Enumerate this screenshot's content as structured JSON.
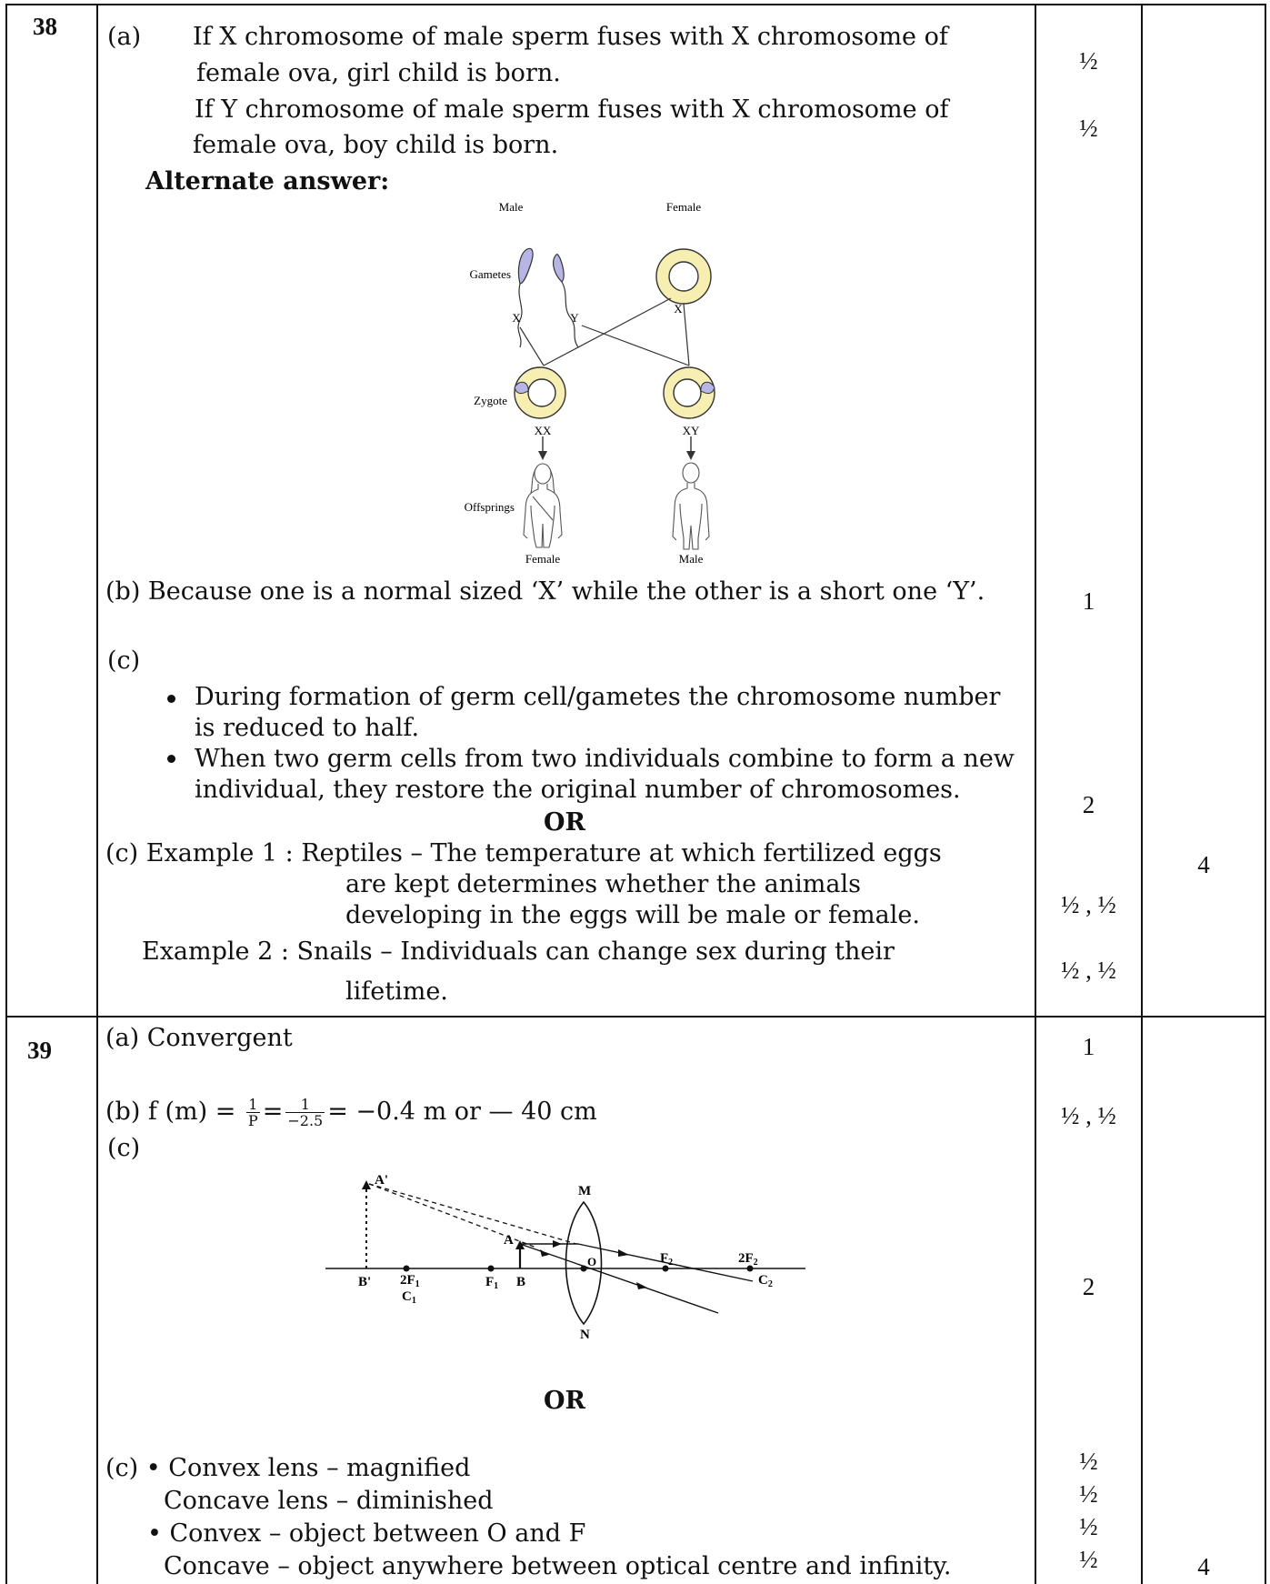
{
  "q38": {
    "number": "38",
    "a_label": "(a)",
    "a_line1": "If X chromosome of male sperm fuses with X chromosome of",
    "a_line2": "female ova, girl child is born.",
    "a_line3": "If Y chromosome of male sperm fuses with X chromosome of",
    "a_line4": "female ova, boy child is born.",
    "alternate_heading": "Alternate answer:",
    "diagram": {
      "male": "Male",
      "female": "Female",
      "gametes": "Gametes",
      "x_left": "X",
      "y": "Y",
      "x_right": "X",
      "zygote": "Zygote",
      "xx": "XX",
      "xy": "XY",
      "offsprings": "Offsprings",
      "female_bottom": "Female",
      "male_bottom": "Male"
    },
    "b_text": "(b) Because one is a normal sized ‘X’ while the other is a short one ‘Y’.",
    "c_label": "(c)",
    "bullet1_line1": "During formation of germ cell/gametes the chromosome number",
    "bullet1_line2": "is reduced to half.",
    "bullet2_line1": "When two germ cells from two individuals combine to form a new",
    "bullet2_line2": "individual, they restore the original number of chromosomes.",
    "or_text": "OR",
    "ex1_line1": "(c) Example 1 : Reptiles – The temperature at which fertilized eggs",
    "ex1_line2": "are kept determines whether the animals",
    "ex1_line3": "developing in the eggs will be male or female.",
    "ex2_line1": "Example 2 : Snails – Individuals can change sex during their",
    "ex2_line2": "lifetime.",
    "marks": {
      "a1": "½",
      "a2": "½",
      "b": "1",
      "c": "2",
      "ex1": "½ , ½",
      "ex2": "½ , ½",
      "total": "4"
    }
  },
  "q39": {
    "number": "39",
    "a_text": "(a) Convergent",
    "b_prefix": "(b) f (m) = ",
    "b_frac1_num": "1",
    "b_frac1_den": "P",
    "b_eq": "=",
    "b_frac2_num": "1",
    "b_frac2_den": "−2.5",
    "b_result": "=  −0.4 m or — 40 cm",
    "c_label": "(c)",
    "ray": {
      "a_prime": "A'",
      "m": "M",
      "a": "A",
      "o": "O",
      "f2": "F",
      "f2_sub": "2",
      "twof2": "2F",
      "twof2_sub": "2",
      "b_prime": "B'",
      "twof1": "2F",
      "twof1_sub": "1",
      "c1": "C",
      "c1_sub": "1",
      "f1": "F",
      "f1_sub": "1",
      "b": "B",
      "c2": "C",
      "c2_sub": "2",
      "n": "N"
    },
    "or_text": "OR",
    "c2_line1": "(c) • Convex lens – magnified",
    "c2_line2": "Concave lens – diminished",
    "c2_line3": "• Convex – object between O and F",
    "c2_line4": "Concave – object anywhere between optical centre and infinity.",
    "marks": {
      "a": "1",
      "b": "½ , ½",
      "c": "2",
      "c2_1": "½",
      "c2_2": "½",
      "c2_3": "½",
      "c2_4": "½",
      "total": "4"
    }
  }
}
